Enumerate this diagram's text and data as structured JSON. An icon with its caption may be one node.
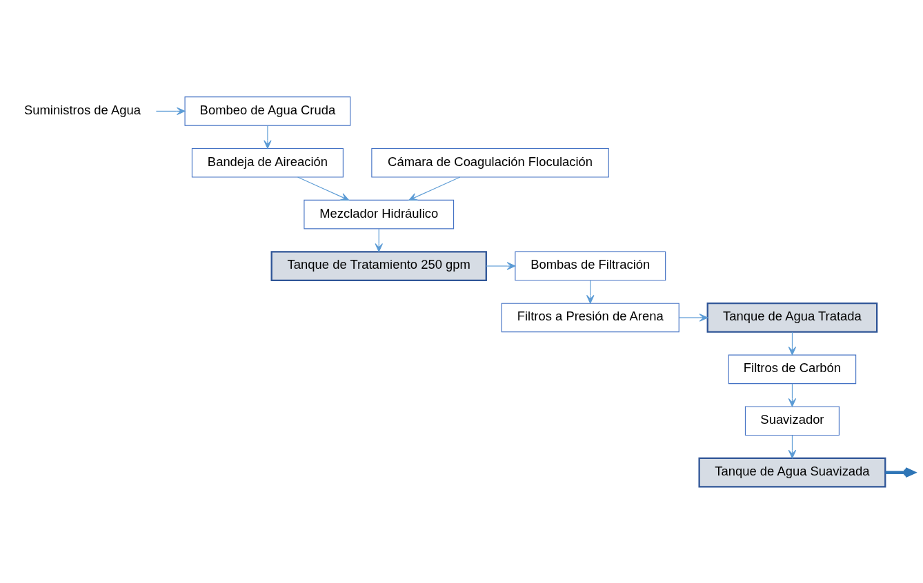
{
  "diagram": {
    "nodes": [
      {
        "text": [
          "Suministros de Agua"
        ]
      },
      {
        "text": [
          "Bombeo de Agua Cruda"
        ]
      },
      {
        "text": [
          "Cámara de Coagulación Floculación"
        ]
      },
      {
        "text": [
          "Bandeja de Aireación"
        ]
      },
      {
        "text": [
          "Filtros a Presión de Arena"
        ]
      },
      {
        "text": [
          "Tanque de Agua Tratada"
        ]
      },
      {
        "text": [
          "Mezclador Hidráulico"
        ]
      },
      {
        "text": [
          "Tanque de Tratamiento 250 gpm"
        ]
      },
      {
        "text": [
          "Bombas de Filtración"
        ]
      },
      {
        "text": [
          "Filtros de Carbón"
        ]
      },
      {
        "text": [
          "Suavizador"
        ]
      },
      {
        "text": [
          "Tanque de Agua Suavizada"
        ]
      }
    ],
    "edges": [
      {
        "from": 0,
        "to": 1,
        "arrow": "to"
      },
      {
        "from": 1,
        "to": 3,
        "arrow": "to"
      },
      {
        "from": 3,
        "to": 6,
        "arrow": "to"
      },
      {
        "from": 2,
        "to": 6,
        "arrow": "to"
      },
      {
        "from": 6,
        "to": 7,
        "arrow": "to"
      },
      {
        "from": 7,
        "to": 8,
        "arrow": "to"
      },
      {
        "from": 8,
        "to": 4,
        "arrow": "to"
      },
      {
        "from": 4,
        "to": 5,
        "arrow": "to"
      },
      {
        "from": 5,
        "to": 9,
        "arrow": "to"
      },
      {
        "from": 9,
        "to": 10,
        "arrow": "to"
      },
      {
        "from": 10,
        "to": 11,
        "arrow": "to"
      },
      {
        "from": 11,
        "to": null,
        "arrow": "to",
        "style": "thick",
        "color": "#2e75b6"
      }
    ]
  }
}
